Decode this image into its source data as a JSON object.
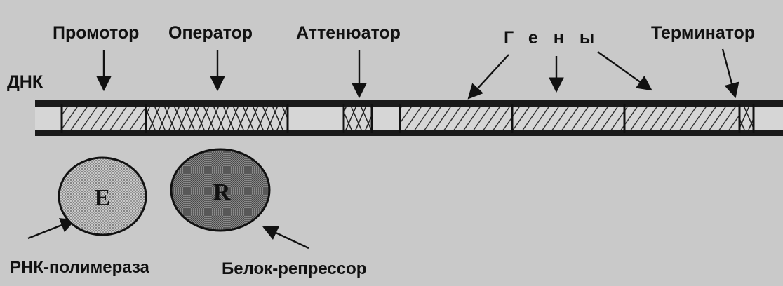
{
  "labels": {
    "promoter": "Промотор",
    "operator": "Оператор",
    "attenuator": "Аттенюатор",
    "genes": "Гены",
    "terminator": "Терминатор",
    "dna": "ДНК",
    "rna_polymerase": "РНК-полимераза",
    "repressor": "Белок-репрессор"
  },
  "circles": {
    "enzyme_letter": "E",
    "repressor_letter": "R"
  },
  "colors": {
    "background": "#c9c9c9",
    "ink": "#111111",
    "enzyme_fill": "#b5b5b5",
    "repressor_fill": "#8a8a8a"
  }
}
